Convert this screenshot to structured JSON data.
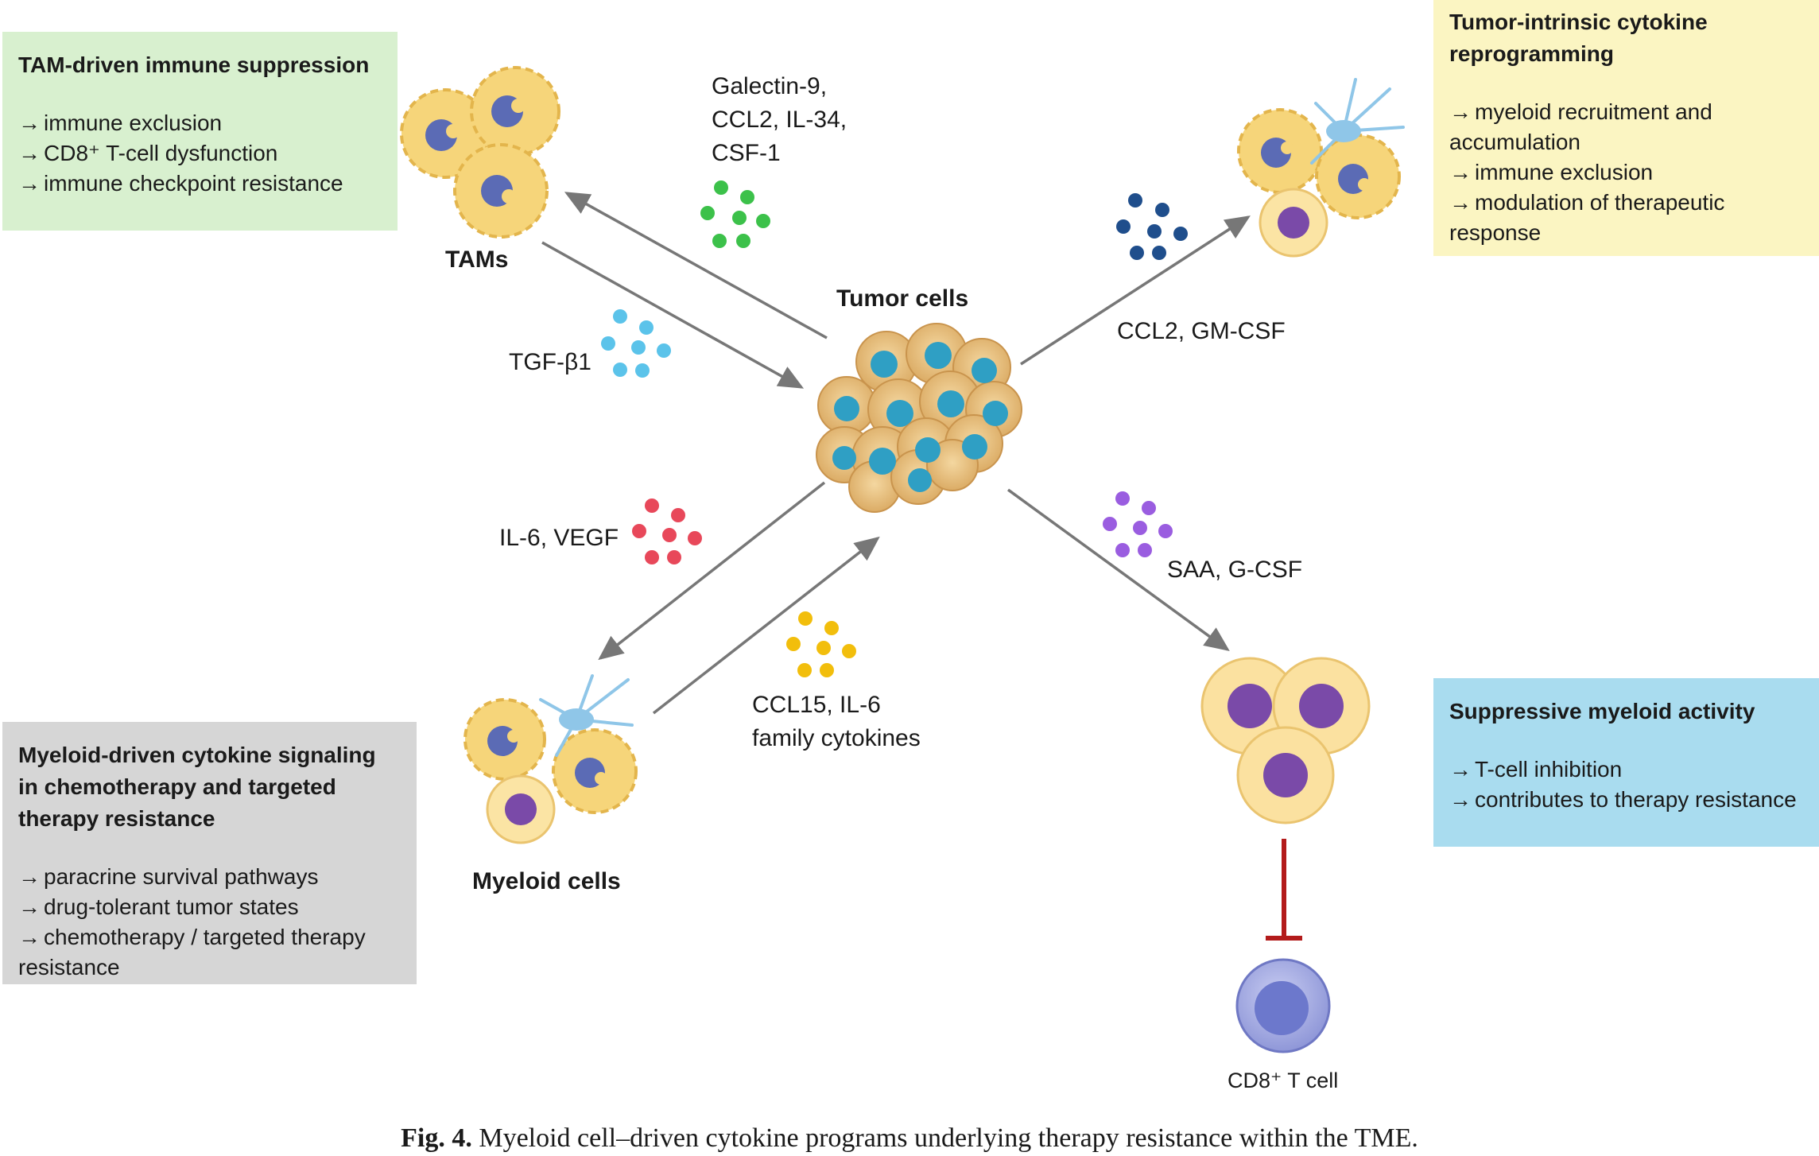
{
  "boxes": {
    "tam": {
      "title": "TAM-driven immune suppression",
      "items": [
        "immune exclusion",
        "CD8⁺ T-cell dysfunction",
        "immune checkpoint resistance"
      ]
    },
    "intrinsic": {
      "title": "Tumor-intrinsic cytokine reprogramming",
      "items": [
        "myeloid recruitment and accumulation",
        "immune exclusion",
        "modulation of therapeutic response"
      ]
    },
    "myeloid_driven": {
      "title": "Myeloid-driven cytokine signaling in chemotherapy and targeted therapy resistance",
      "items": [
        "paracrine survival pathways",
        "drug-tolerant tumor states",
        "chemotherapy / targeted therapy resistance"
      ]
    },
    "suppressive": {
      "title": "Suppressive myeloid activity",
      "items": [
        "T-cell inhibition",
        "contributes to therapy resistance"
      ]
    }
  },
  "nodes": {
    "tams": "TAMs",
    "tumor_cells": "Tumor cells",
    "myeloid_cells": "Myeloid cells",
    "cd8_t_cell": "CD8⁺ T cell"
  },
  "cytokines": {
    "galectin": [
      "Galectin-9,",
      "CCL2, IL-34,",
      "CSF-1"
    ],
    "tgf": "TGF-β1",
    "ccl2_gmcsf": "CCL2, GM-CSF",
    "il6_vegf": "IL-6, VEGF",
    "ccl15": [
      "CCL15, IL-6",
      "family cytokines"
    ],
    "saa": "SAA, G-CSF"
  },
  "colors": {
    "galectin": "#3cc14a",
    "tgf": "#5bc3ea",
    "ccl2_gmcsf": "#1f4e8c",
    "il6_vegf": "#e8485a",
    "ccl15": "#f2be0c",
    "saa": "#9a5de0",
    "arrow": "#777777",
    "inhibition": "#b31b1b"
  },
  "caption": {
    "label": "Fig. 4.",
    "text": "Myeloid cell–driven cytokine programs underlying therapy resistance within the TME."
  }
}
